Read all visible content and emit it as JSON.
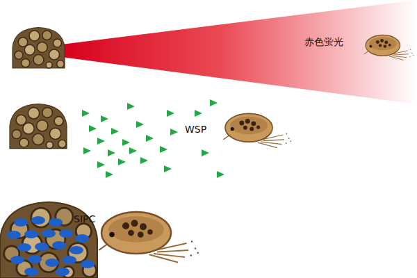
{
  "diagram": {
    "labels": [
      "赤色蛍光",
      "WSP",
      "SIPC"
    ]
  }
}
